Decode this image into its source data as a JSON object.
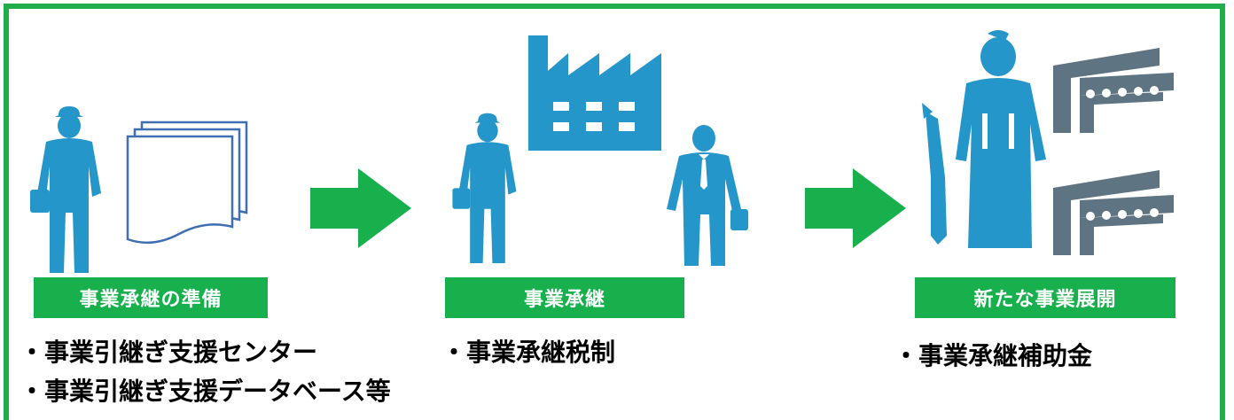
{
  "colors": {
    "border": "#1fae4b",
    "label_bg": "#17b04d",
    "icon_blue": "#2596c9",
    "shop_gray": "#5e7483"
  },
  "stages": [
    {
      "label": "事業承継の準備",
      "notes": [
        "・事業引継ぎ支援センター",
        "・事業引継ぎ支援データベース等"
      ]
    },
    {
      "label": "事業承継",
      "notes": [
        "・事業承継税制"
      ]
    },
    {
      "label": "新たな事業展開",
      "notes": [
        "・事業承継補助金"
      ]
    }
  ],
  "icons": [
    "worker-icon",
    "documents-icon",
    "arrow-right-icon",
    "factory-icon",
    "businessman-icon",
    "fishmonger-icon",
    "shop-icon"
  ]
}
